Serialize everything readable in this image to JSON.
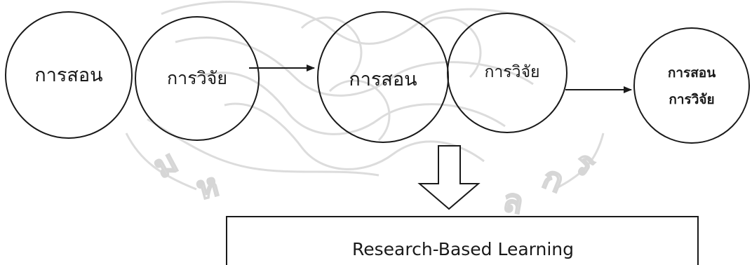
{
  "circles": [
    {
      "label": "การสอน"
    },
    {
      "label": "การวิจัย"
    },
    {
      "label": "การสอน"
    },
    {
      "label": "การวิจัย"
    },
    {
      "label_line1": "การสอน",
      "label_line2": "การวิจัย"
    }
  ],
  "result_box": {
    "label": "Research-Based Learning"
  },
  "colors": {
    "stroke": "#1a1a1a",
    "watermark": "#d9d9d9",
    "background": "#ffffff"
  }
}
